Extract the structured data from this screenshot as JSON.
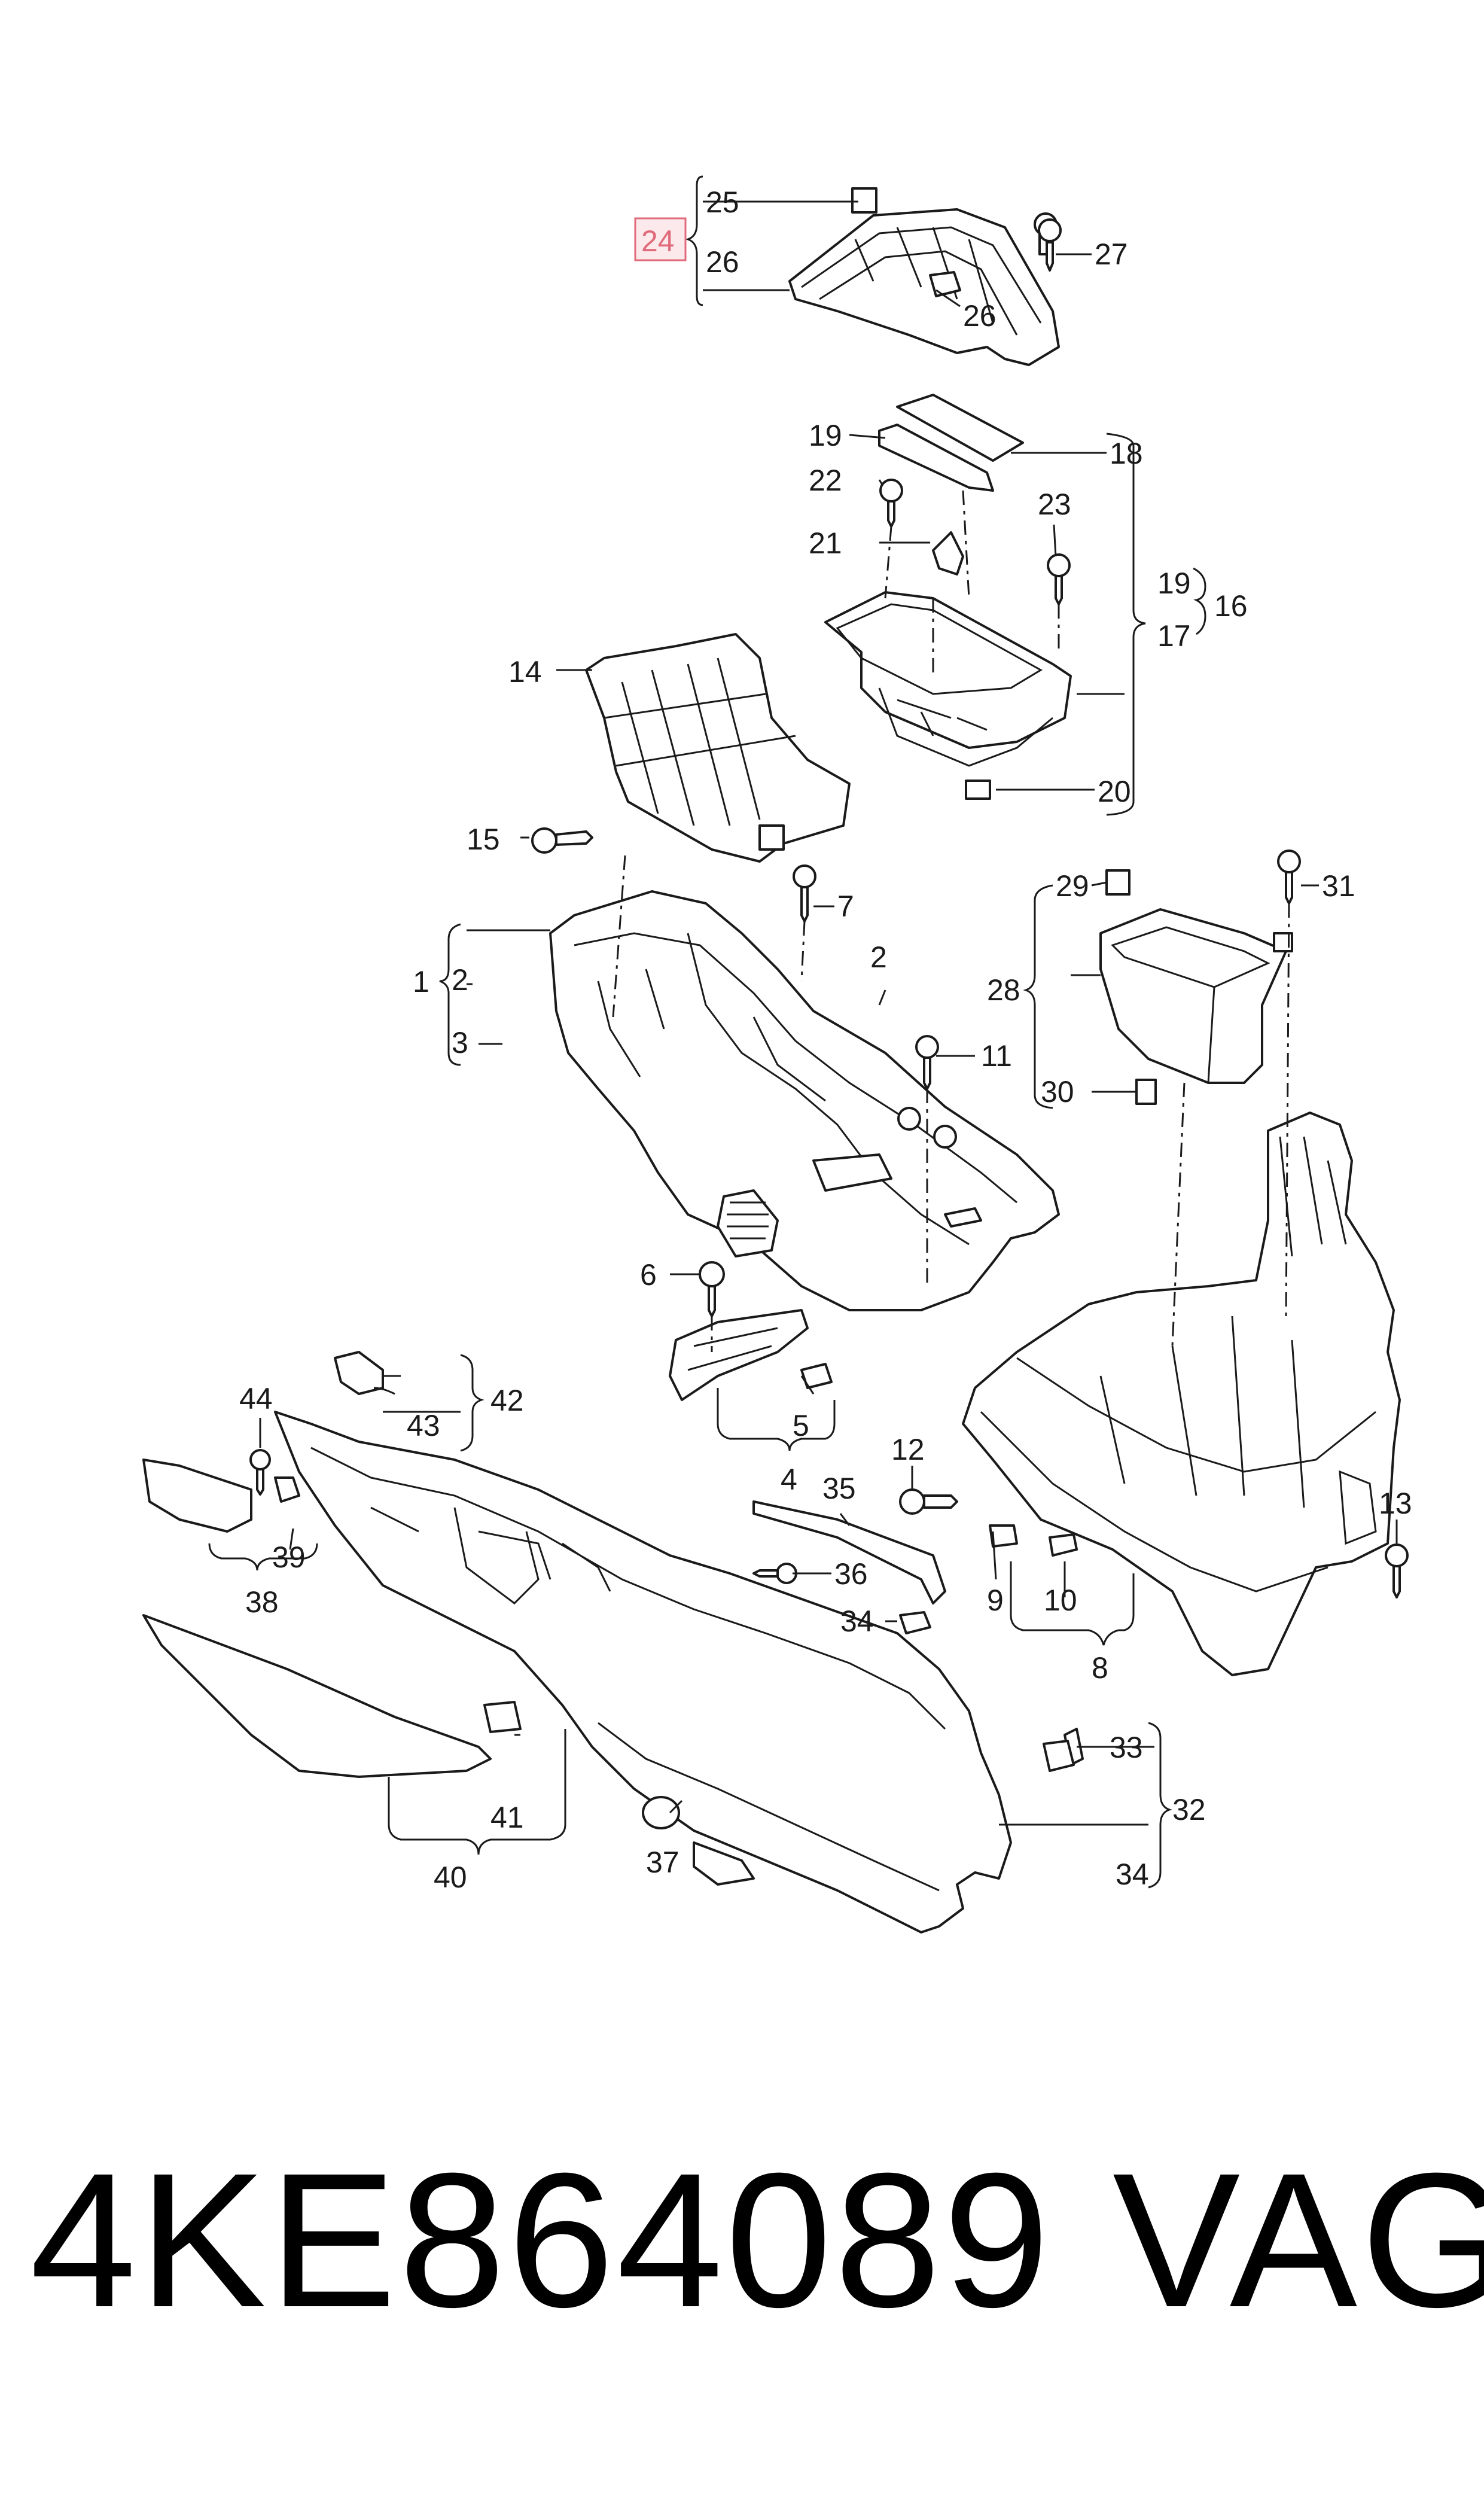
{
  "callouts": {
    "c1": "1",
    "c2a": "2",
    "c2b": "2",
    "c3": "3",
    "c4": "4",
    "c5": "5",
    "c6": "6",
    "c7": "7",
    "c8": "8",
    "c9": "9",
    "c10": "10",
    "c11": "11",
    "c12": "12",
    "c13": "13",
    "c14": "14",
    "c15": "15",
    "c16": "16",
    "c17": "17",
    "c18": "18",
    "c19a": "19",
    "c19b": "19",
    "c20": "20",
    "c21": "21",
    "c22": "22",
    "c23": "23",
    "c24": "24",
    "c25": "25",
    "c26a": "26",
    "c26b": "26",
    "c27": "27",
    "c28": "28",
    "c29": "29",
    "c30": "30",
    "c31": "31",
    "c32": "32",
    "c33": "33",
    "c34a": "34",
    "c34b": "34",
    "c35": "35",
    "c36": "36",
    "c37": "37",
    "c38": "38",
    "c39": "39",
    "c40": "40",
    "c41": "41",
    "c42": "42",
    "c43": "43",
    "c44": "44"
  },
  "highlight_color": "#e06a7a",
  "footer": {
    "part_number": "4KE864089",
    "brand": "VAG"
  }
}
